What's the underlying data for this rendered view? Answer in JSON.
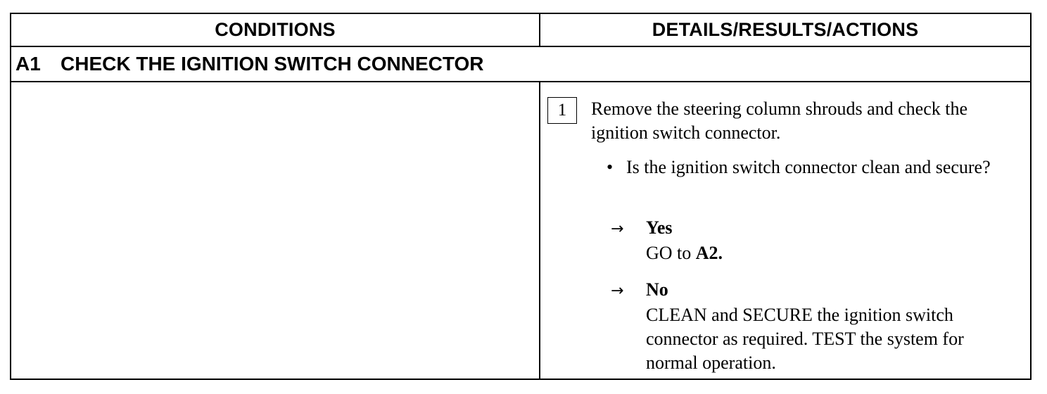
{
  "header": {
    "conditions": "CONDITIONS",
    "details": "DETAILS/RESULTS/ACTIONS"
  },
  "step": {
    "id": "A1",
    "title": "CHECK THE IGNITION SWITCH CONNECTOR"
  },
  "procedure": {
    "number": "1",
    "instruction": "Remove the steering column shrouds and check the ignition switch connector.",
    "question": "Is the ignition switch connector clean and secure?",
    "answers": {
      "yes": {
        "label": "Yes",
        "text_prefix": "GO to ",
        "text_ref": "A2."
      },
      "no": {
        "label": "No",
        "text": "CLEAN and SECURE the ignition switch connector as required. TEST the system for normal operation."
      }
    },
    "icons": {
      "bullet": "bullet-dot-icon",
      "arrow": "right-arrow-icon"
    }
  }
}
